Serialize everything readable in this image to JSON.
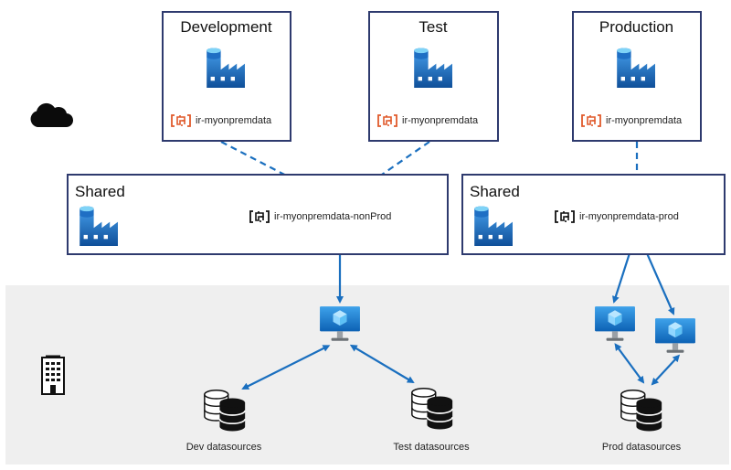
{
  "environments": [
    {
      "title": "Development",
      "runtime": "ir-myonpremdata"
    },
    {
      "title": "Test",
      "runtime": "ir-myonpremdata"
    },
    {
      "title": "Production",
      "runtime": "ir-myonpremdata"
    }
  ],
  "shared": [
    {
      "title": "Shared",
      "runtime": "ir-myonpremdata-nonProd"
    },
    {
      "title": "Shared",
      "runtime": "ir-myonpremdata-prod"
    }
  ],
  "datasources": [
    {
      "label": "Dev datasources"
    },
    {
      "label": "Test datasources"
    },
    {
      "label": "Prod datasources"
    }
  ],
  "colors": {
    "box_border": "#2e3a6e",
    "arrow": "#1a6fbf",
    "runtime_linked": "#e05a2b",
    "runtime_shared": "#111111",
    "onprem_background": "#efefef"
  },
  "icons": [
    "data-factory-icon",
    "cloud-icon",
    "building-icon",
    "self-hosted-runtime-icon",
    "virtual-machine-icon",
    "database-icon"
  ]
}
